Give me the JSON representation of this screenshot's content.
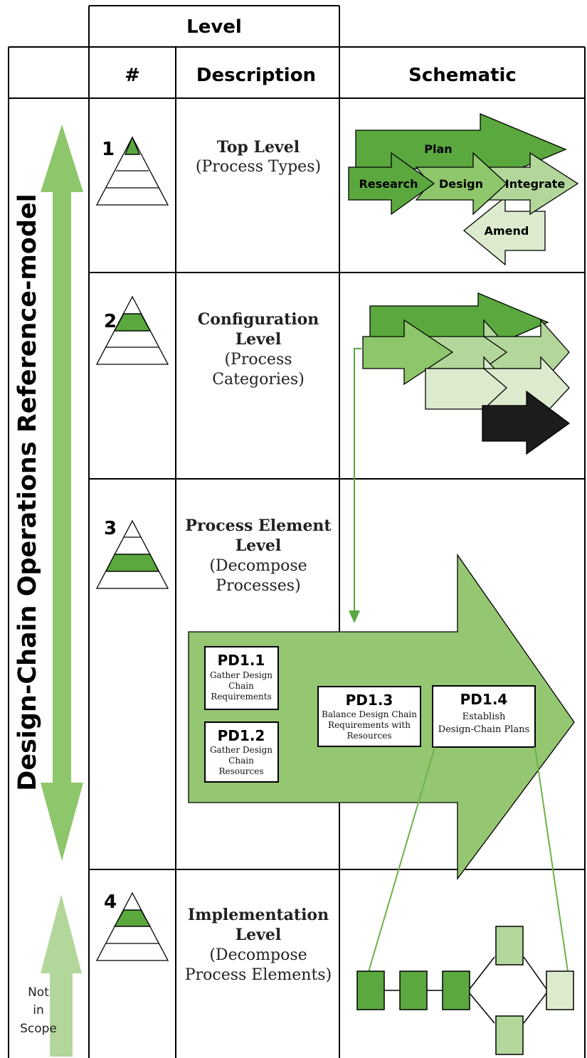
{
  "header": {
    "level": "Level",
    "number": "#",
    "description": "Description",
    "schematic": "Schematic"
  },
  "side_title": "Design-Chain Operations Reference-model",
  "not_in_scope": [
    "Not",
    "in",
    "Scope"
  ],
  "levels": [
    {
      "number": "1",
      "title_lines": [
        "Top Level"
      ],
      "subtitle_lines": [
        "(Process Types)"
      ]
    },
    {
      "number": "2",
      "title_lines": [
        "Configuration",
        "Level"
      ],
      "subtitle_lines": [
        "(Process",
        "Categories)"
      ]
    },
    {
      "number": "3",
      "title_lines": [
        "Process Element",
        "Level"
      ],
      "subtitle_lines": [
        "(Decompose",
        "Processes)"
      ]
    },
    {
      "number": "4",
      "title_lines": [
        "Implementation",
        "Level"
      ],
      "subtitle_lines": [
        "(Decompose",
        "Process Elements)"
      ]
    }
  ],
  "level1_arrows": [
    "Plan",
    "Research",
    "Design",
    "Integrate",
    "Amend"
  ],
  "process_elements": [
    {
      "id": "PD1.1",
      "lines": [
        "Gather Design",
        "Chain",
        "Requirements"
      ]
    },
    {
      "id": "PD1.2",
      "lines": [
        "Gather Design",
        "Chain",
        "Resources"
      ]
    },
    {
      "id": "PD1.3",
      "lines": [
        "Balance Design Chain",
        "Requirements with",
        "Resources"
      ]
    },
    {
      "id": "PD1.4",
      "lines": [
        "Establish",
        "Design-Chain Plans"
      ]
    }
  ],
  "colors": {
    "dark_green": "#5aa83e",
    "mid_green": "#8dc66b",
    "light_green": "#b3d79b",
    "pale_green": "#dcebcd",
    "black": "#1c1c1c",
    "line": "#000000"
  }
}
